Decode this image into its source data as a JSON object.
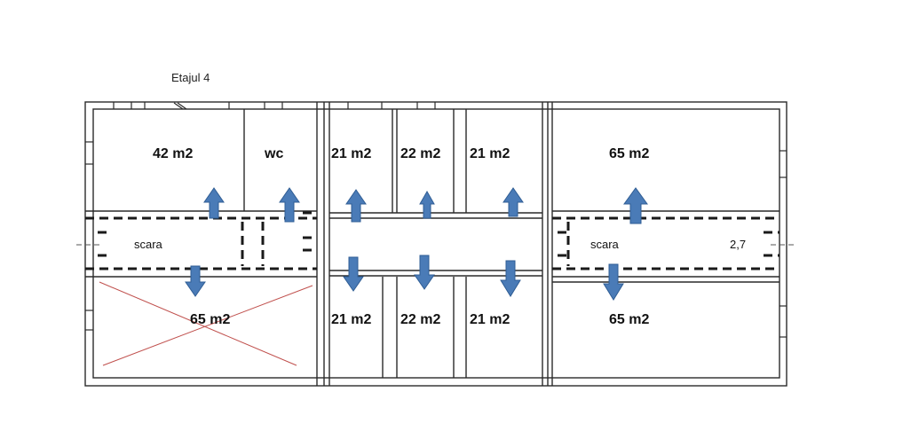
{
  "title": "Etajul 4",
  "rooms": {
    "top_left": "42 m2",
    "wc": "wc",
    "top_mid_1": "21 m2",
    "top_mid_2": "22 m2",
    "top_mid_3": "21 m2",
    "top_right": "65 m2",
    "bottom_left": "65 m2",
    "bottom_mid_1": "21 m2",
    "bottom_mid_2": "22 m2",
    "bottom_mid_3": "21 m2",
    "bottom_right": "65 m2"
  },
  "stairs": {
    "left": "scara",
    "right": "scara"
  },
  "height_label": "2,7",
  "colors": {
    "wall": "#2a2a2a",
    "arrow": "#4a7bb7",
    "arrow_stroke": "#2f5d94",
    "cross": "#c0504d"
  },
  "bottom_left_crossed": true
}
